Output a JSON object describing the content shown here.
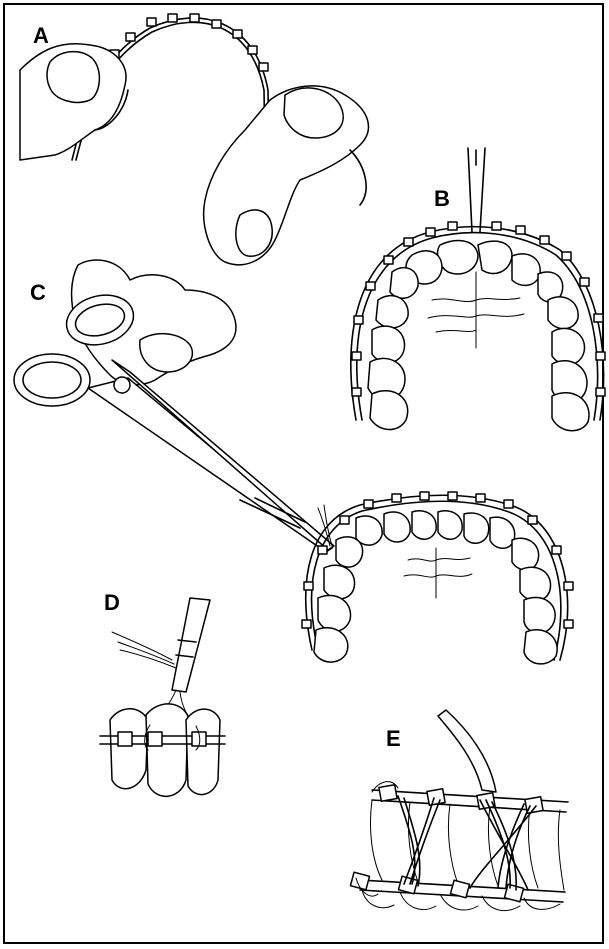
{
  "figure": {
    "panels": [
      {
        "id": "A",
        "label": "A"
      },
      {
        "id": "B",
        "label": "B"
      },
      {
        "id": "C",
        "label": "C"
      },
      {
        "id": "D",
        "label": "D"
      },
      {
        "id": "E",
        "label": "E"
      }
    ]
  },
  "colors": {
    "ink": "#000000",
    "background": "#ffffff"
  }
}
